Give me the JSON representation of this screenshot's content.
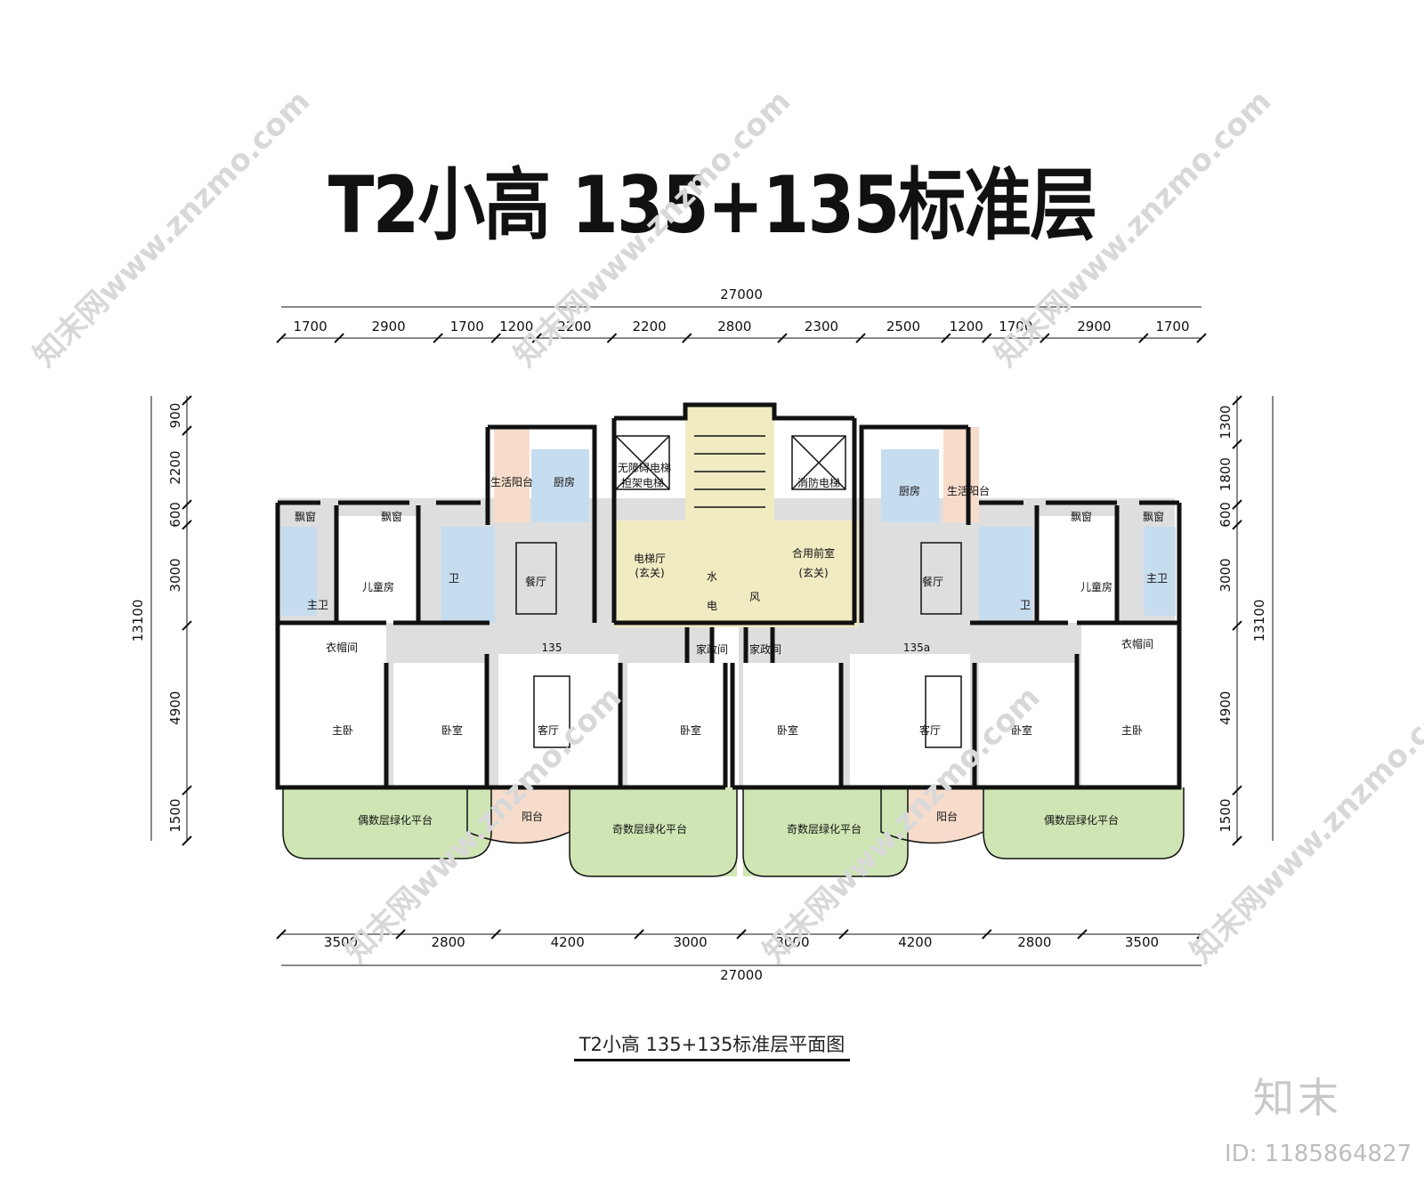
{
  "title": "T2小高  135+135标准层",
  "caption": "T2小高  135+135标准层平面图",
  "brand": "知末",
  "image_id": "ID: 1185864827",
  "watermark": "知末网www.znzmo.com",
  "colors": {
    "corridor": "#dedede",
    "core": "#f1ebc2",
    "wet": "#c6dcef",
    "balcony": "#f7dccb",
    "garden": "#cfe6b4",
    "wall": "#111111"
  },
  "top_dims": {
    "total": "27000",
    "segments": [
      "1700",
      "2900",
      "1700",
      "1200",
      "2200",
      "2200",
      "2800",
      "2300",
      "2500",
      "1200",
      "1700",
      "2900",
      "1700"
    ]
  },
  "bottom_dims": {
    "total": "27000",
    "segments": [
      "3500",
      "2800",
      "4200",
      "3000",
      "3000",
      "4200",
      "2800",
      "3500"
    ]
  },
  "left_dims": {
    "total": "13100",
    "segments": [
      "900",
      "2200",
      "600",
      "3000",
      "4900",
      "1500"
    ]
  },
  "right_dims": {
    "total": "13100",
    "segments": [
      "1300",
      "1800",
      "600",
      "3000",
      "4900",
      "1500"
    ]
  },
  "unit_tags": [
    "135",
    "135a"
  ],
  "rooms": {
    "bay_window": "飘窗",
    "master_bath": "主卫",
    "children_room": "儿童房",
    "bath": "卫",
    "dining": "餐厅",
    "kitchen": "厨房",
    "service_balcony": "生活阳台",
    "accessible_lift": "无障碍电梯",
    "stretcher_lift": "担架电梯",
    "fire_lift": "消防电梯",
    "lift_hall": "电梯厅",
    "entrance": "(玄关)",
    "shared_anteroom": "合用前室",
    "water": "水",
    "electric": "电",
    "wind": "风",
    "housekeeping": "家政间",
    "cloakroom": "衣帽间",
    "master_bedroom": "主卧",
    "bedroom": "卧室",
    "living": "客厅",
    "balcony": "阳台",
    "even_terrace": "偶数层绿化平台",
    "odd_terrace": "奇数层绿化平台"
  }
}
